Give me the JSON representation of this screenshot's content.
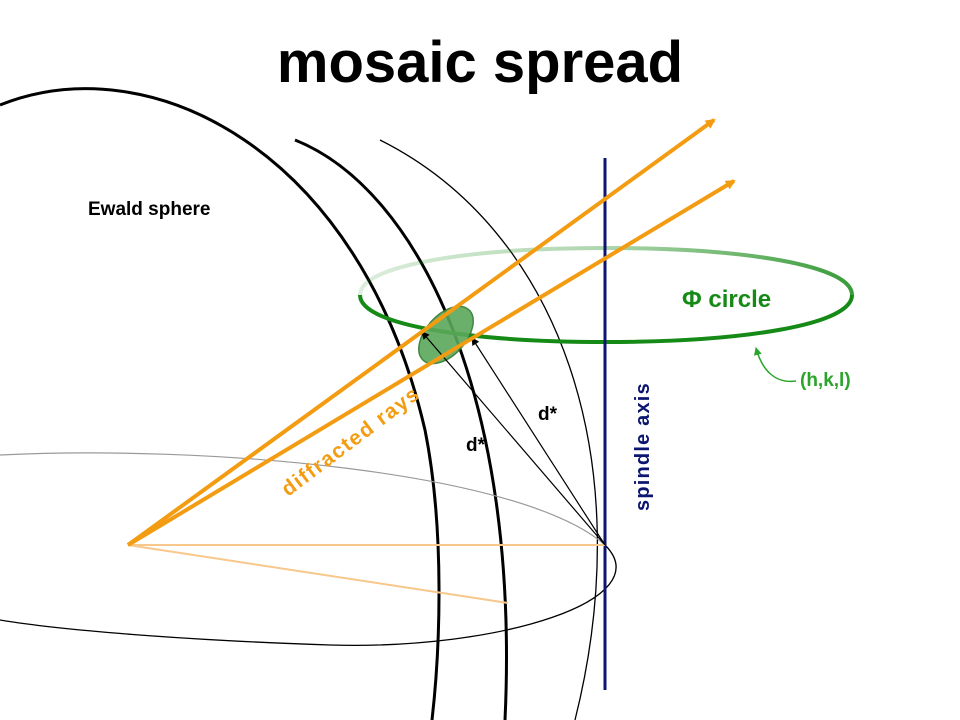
{
  "title": "mosaic spread",
  "labels": {
    "ewald_sphere": "Ewald sphere",
    "phi_circle": "Φ circle",
    "hkl": "(h,k,l)",
    "diffracted_rays": "diffracted rays",
    "spindle_axis": "spindle axis",
    "d_star_right": "d*",
    "d_star_left": "d*"
  },
  "colors": {
    "ray": "#f39c12",
    "ray_faint": "#f8c78b",
    "phi_circle": "#168a16",
    "spot_fill": "#5aa85a",
    "spindle": "#0c1670",
    "hkl_text": "#2aa52a",
    "ewald_label": "#000000"
  }
}
